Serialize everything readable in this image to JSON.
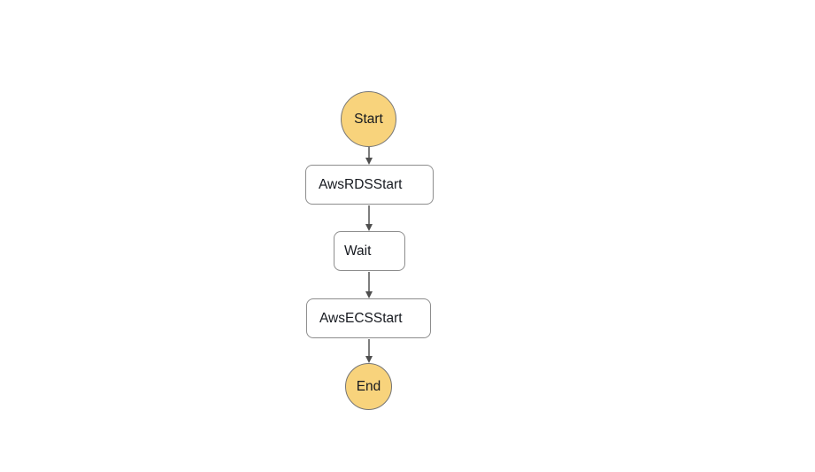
{
  "diagram": {
    "type": "workflow-state-machine-graph",
    "nodes": [
      {
        "id": "Start",
        "label": "Start",
        "kind": "terminal-circle"
      },
      {
        "id": "AwsRDSStart",
        "label": "AwsRDSStart",
        "kind": "state-box"
      },
      {
        "id": "Wait",
        "label": "Wait",
        "kind": "state-box"
      },
      {
        "id": "AwsECSStart",
        "label": "AwsECSStart",
        "kind": "state-box"
      },
      {
        "id": "End",
        "label": "End",
        "kind": "terminal-circle"
      }
    ],
    "edges": [
      {
        "from": "Start",
        "to": "AwsRDSStart"
      },
      {
        "from": "AwsRDSStart",
        "to": "Wait"
      },
      {
        "from": "Wait",
        "to": "AwsECSStart"
      },
      {
        "from": "AwsECSStart",
        "to": "End"
      }
    ],
    "colors": {
      "canvas_background": "#FFFFFF",
      "terminal_fill": "#F8D37C",
      "terminal_border": "#757575",
      "state_fill": "#FFFFFF",
      "state_border": "#8D8D8D",
      "edge_line": "#7E7E7E",
      "edge_arrowhead": "#4E4E4E",
      "label_text": "#16191F"
    }
  }
}
